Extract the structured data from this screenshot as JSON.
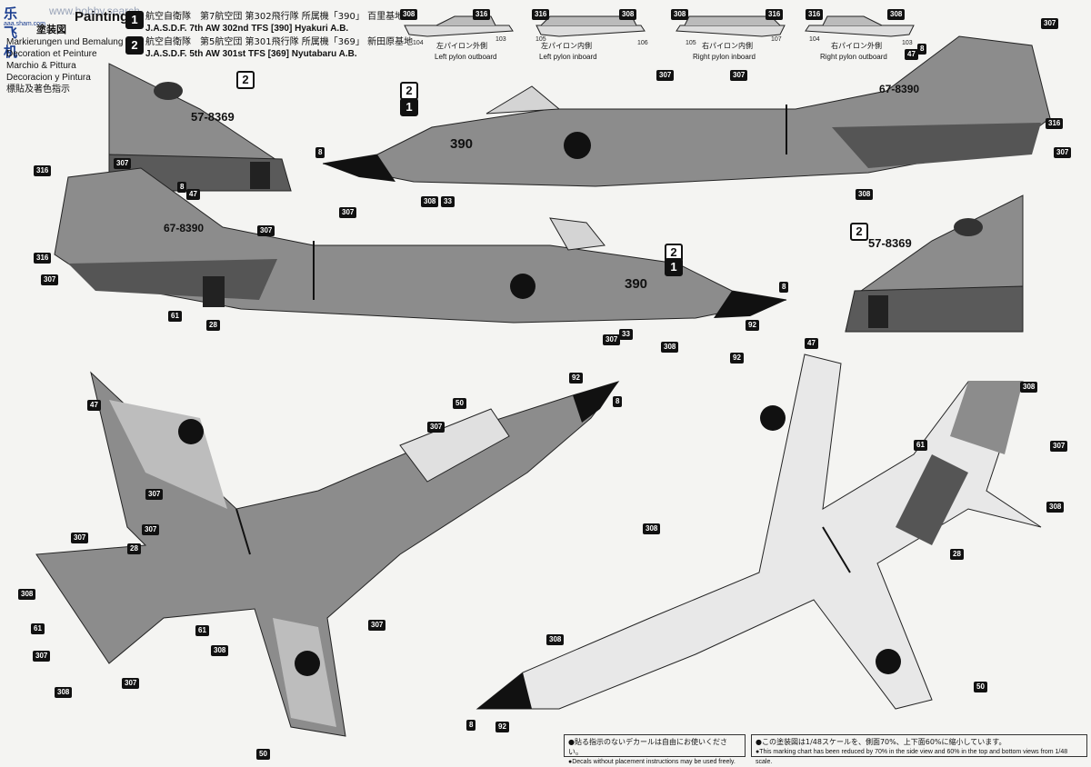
{
  "header": {
    "logo_text": "乐飞机",
    "watermark_url": "www.hobby.search",
    "watermark_sub": "aaa.sham.com",
    "title_jp": "塗装図",
    "title_en": "Painting",
    "lang_lines": [
      "Markierungen und Bemalung",
      "Decoration et Peinture",
      "Marchio & Pittura",
      "Decoracion y Pintura",
      "標貼及著色指示"
    ]
  },
  "options": [
    {
      "num": "1",
      "jp": "航空自衛隊　第7航空団 第302飛行隊 所属機「390」 百里基地",
      "en": "J.A.S.D.F. 7th AW 302nd TFS [390] Hyakuri A.B."
    },
    {
      "num": "2",
      "jp": "航空自衛隊　第5航空団 第301飛行隊 所属機「369」 新田原基地",
      "en": "J.A.S.D.F. 5th AW 301st TFS [369] Nyutabaru A.B."
    }
  ],
  "pylons": [
    {
      "jp": "左パイロン外側",
      "en": "Left pylon outboard",
      "codes": [
        "308",
        "316"
      ],
      "parts": [
        "104",
        "103"
      ]
    },
    {
      "jp": "左パイロン内側",
      "en": "Left pylon inboard",
      "codes": [
        "316",
        "308"
      ],
      "parts": [
        "105",
        "106"
      ]
    },
    {
      "jp": "右パイロン内側",
      "en": "Right pylon inboard",
      "codes": [
        "308",
        "316"
      ],
      "parts": [
        "105",
        "107"
      ]
    },
    {
      "jp": "右パイロン外側",
      "en": "Right pylon outboard",
      "codes": [
        "316",
        "308"
      ],
      "parts": [
        "104",
        "103"
      ]
    }
  ],
  "serials": {
    "a": "57-8369",
    "b": "67-8390",
    "nose1": "390",
    "nose2": "390"
  },
  "color_codes": {
    "c307": "307",
    "c308": "308",
    "c316": "316",
    "c8": "8",
    "c47": "47",
    "c28": "28",
    "c61": "61",
    "c92": "92",
    "c50": "50",
    "c33": "33"
  },
  "footer": {
    "note1_jp": "●貼る指示のないデカールは自由にお使いください。",
    "note1_en": "●Decals without placement instructions may be used freely.",
    "note2_jp": "●この塗装図は1/48スケールを、側面70%、上下面60%に縮小しています。",
    "note2_en": "●This marking chart has been reduced by 70% in the side view and 60% in the top and bottom views from 1/48 scale."
  },
  "colors": {
    "light_gray": "#c9c9c9",
    "mid_gray": "#8c8c8c",
    "dark_gray": "#555555",
    "black": "#111111"
  }
}
